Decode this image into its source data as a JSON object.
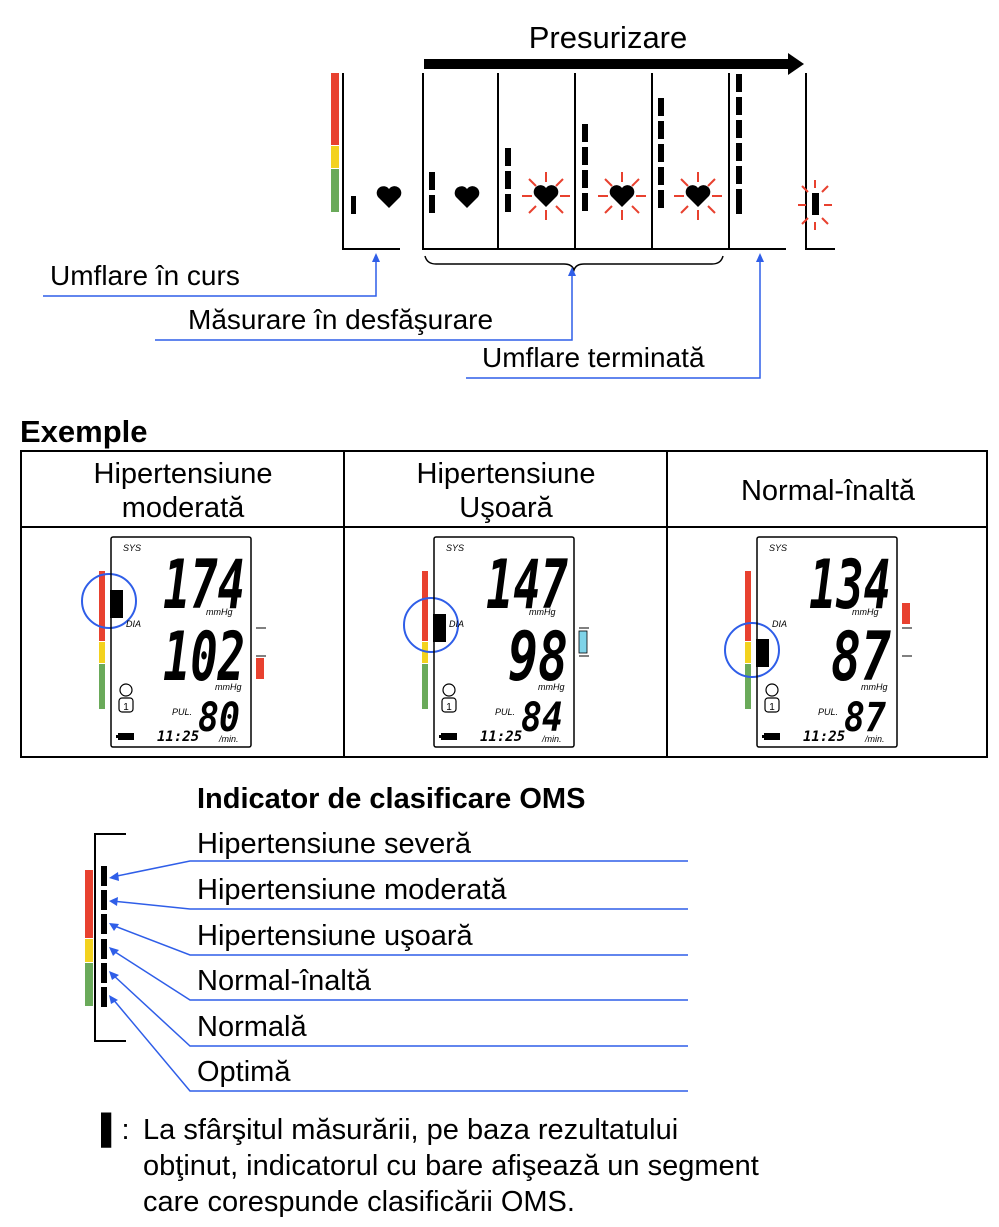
{
  "pressurize": {
    "title": "Presurizare",
    "labels": {
      "inflating": "Umflare în curs",
      "measuring": "Măsurare în desfăşurare",
      "inflation_done": "Umflare terminată"
    }
  },
  "examples": {
    "heading": "Exemple",
    "columns": [
      {
        "line1": "Hipertensiune",
        "line2": "moderată",
        "sys": "174",
        "dia": "102",
        "pul": "80"
      },
      {
        "line1": "Hipertensiune",
        "line2": "Uşoară",
        "sys": "147",
        "dia": "98",
        "pul": "84"
      },
      {
        "line1": "Normal-înaltă",
        "line2": "",
        "sys": "134",
        "dia": "87",
        "pul": "87"
      }
    ],
    "lcd": {
      "sys": "SYS",
      "dia": "DIA",
      "mmhg": "mmHg",
      "pul": "PUL.",
      "min": "/min.",
      "time": "11:25",
      "user": "1"
    }
  },
  "who": {
    "title": "Indicator de clasificare OMS",
    "levels": [
      "Hipertensiune severă",
      "Hipertensiune moderată",
      "Hipertensiune uşoară",
      "Normal-înaltă",
      "Normală",
      "Optimă"
    ]
  },
  "note": {
    "symbol": "▌:",
    "lines": [
      "La sfârşitul măsurării, pe baza rezultatului",
      "obţinut, indicatorul cu bare afişează un segment",
      "care corespunde clasificării OMS."
    ]
  },
  "colors": {
    "red": "#e8412f",
    "yellow": "#f3d21e",
    "green": "#6aaa5a",
    "blue": "#2f5ee8",
    "cyan": "#7fd3e8"
  }
}
